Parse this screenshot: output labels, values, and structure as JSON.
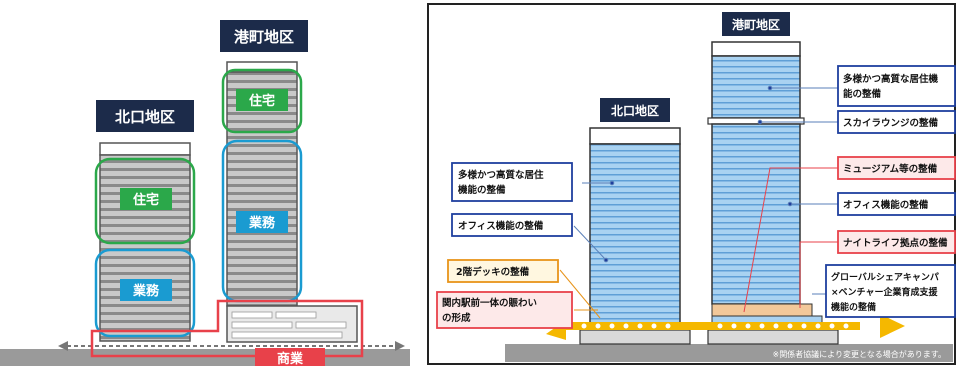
{
  "left_panel": {
    "kitaguchi_title": "北口地区",
    "minatomachi_title": "港町地区",
    "kitaguchi_residential": "住宅",
    "kitaguchi_business": "業務",
    "minatomachi_residential": "住宅",
    "minatomachi_business": "業務",
    "commercial": "商業"
  },
  "right_panel": {
    "kitaguchi_title": "北口地区",
    "minatomachi_title": "港町地区",
    "callouts_left": [
      {
        "lines": [
          "多様かつ高質な居住",
          "機能の整備"
        ]
      },
      {
        "lines": [
          "オフィス機能の整備"
        ]
      },
      {
        "lines": [
          "2階デッキの整備"
        ]
      },
      {
        "lines": [
          "関内駅前一体の賑わい",
          "の形成"
        ]
      }
    ],
    "callouts_right": [
      {
        "lines": [
          "多様かつ高質な居住機",
          "能の整備"
        ]
      },
      {
        "lines": [
          "スカイラウンジの整備"
        ]
      },
      {
        "lines": [
          "ミュージアム等の整備"
        ]
      },
      {
        "lines": [
          "オフィス機能の整備"
        ]
      },
      {
        "lines": [
          "ナイトライフ拠点の整備"
        ]
      },
      {
        "lines": [
          "グローバルシェアキャンパ",
          "×ベンチャー企業育成支援",
          "機能の整備"
        ]
      }
    ],
    "note": "※関係者協議により変更となる場合があります。"
  },
  "colors": {
    "navy": "#1c2b4a",
    "green": "#2ba84a",
    "blue_label": "#1a9bd1",
    "red": "#e8414a",
    "blue_building": "#8ec3ea",
    "callout_blue": "#1f3f9e",
    "callout_orange": "#e8941a"
  }
}
